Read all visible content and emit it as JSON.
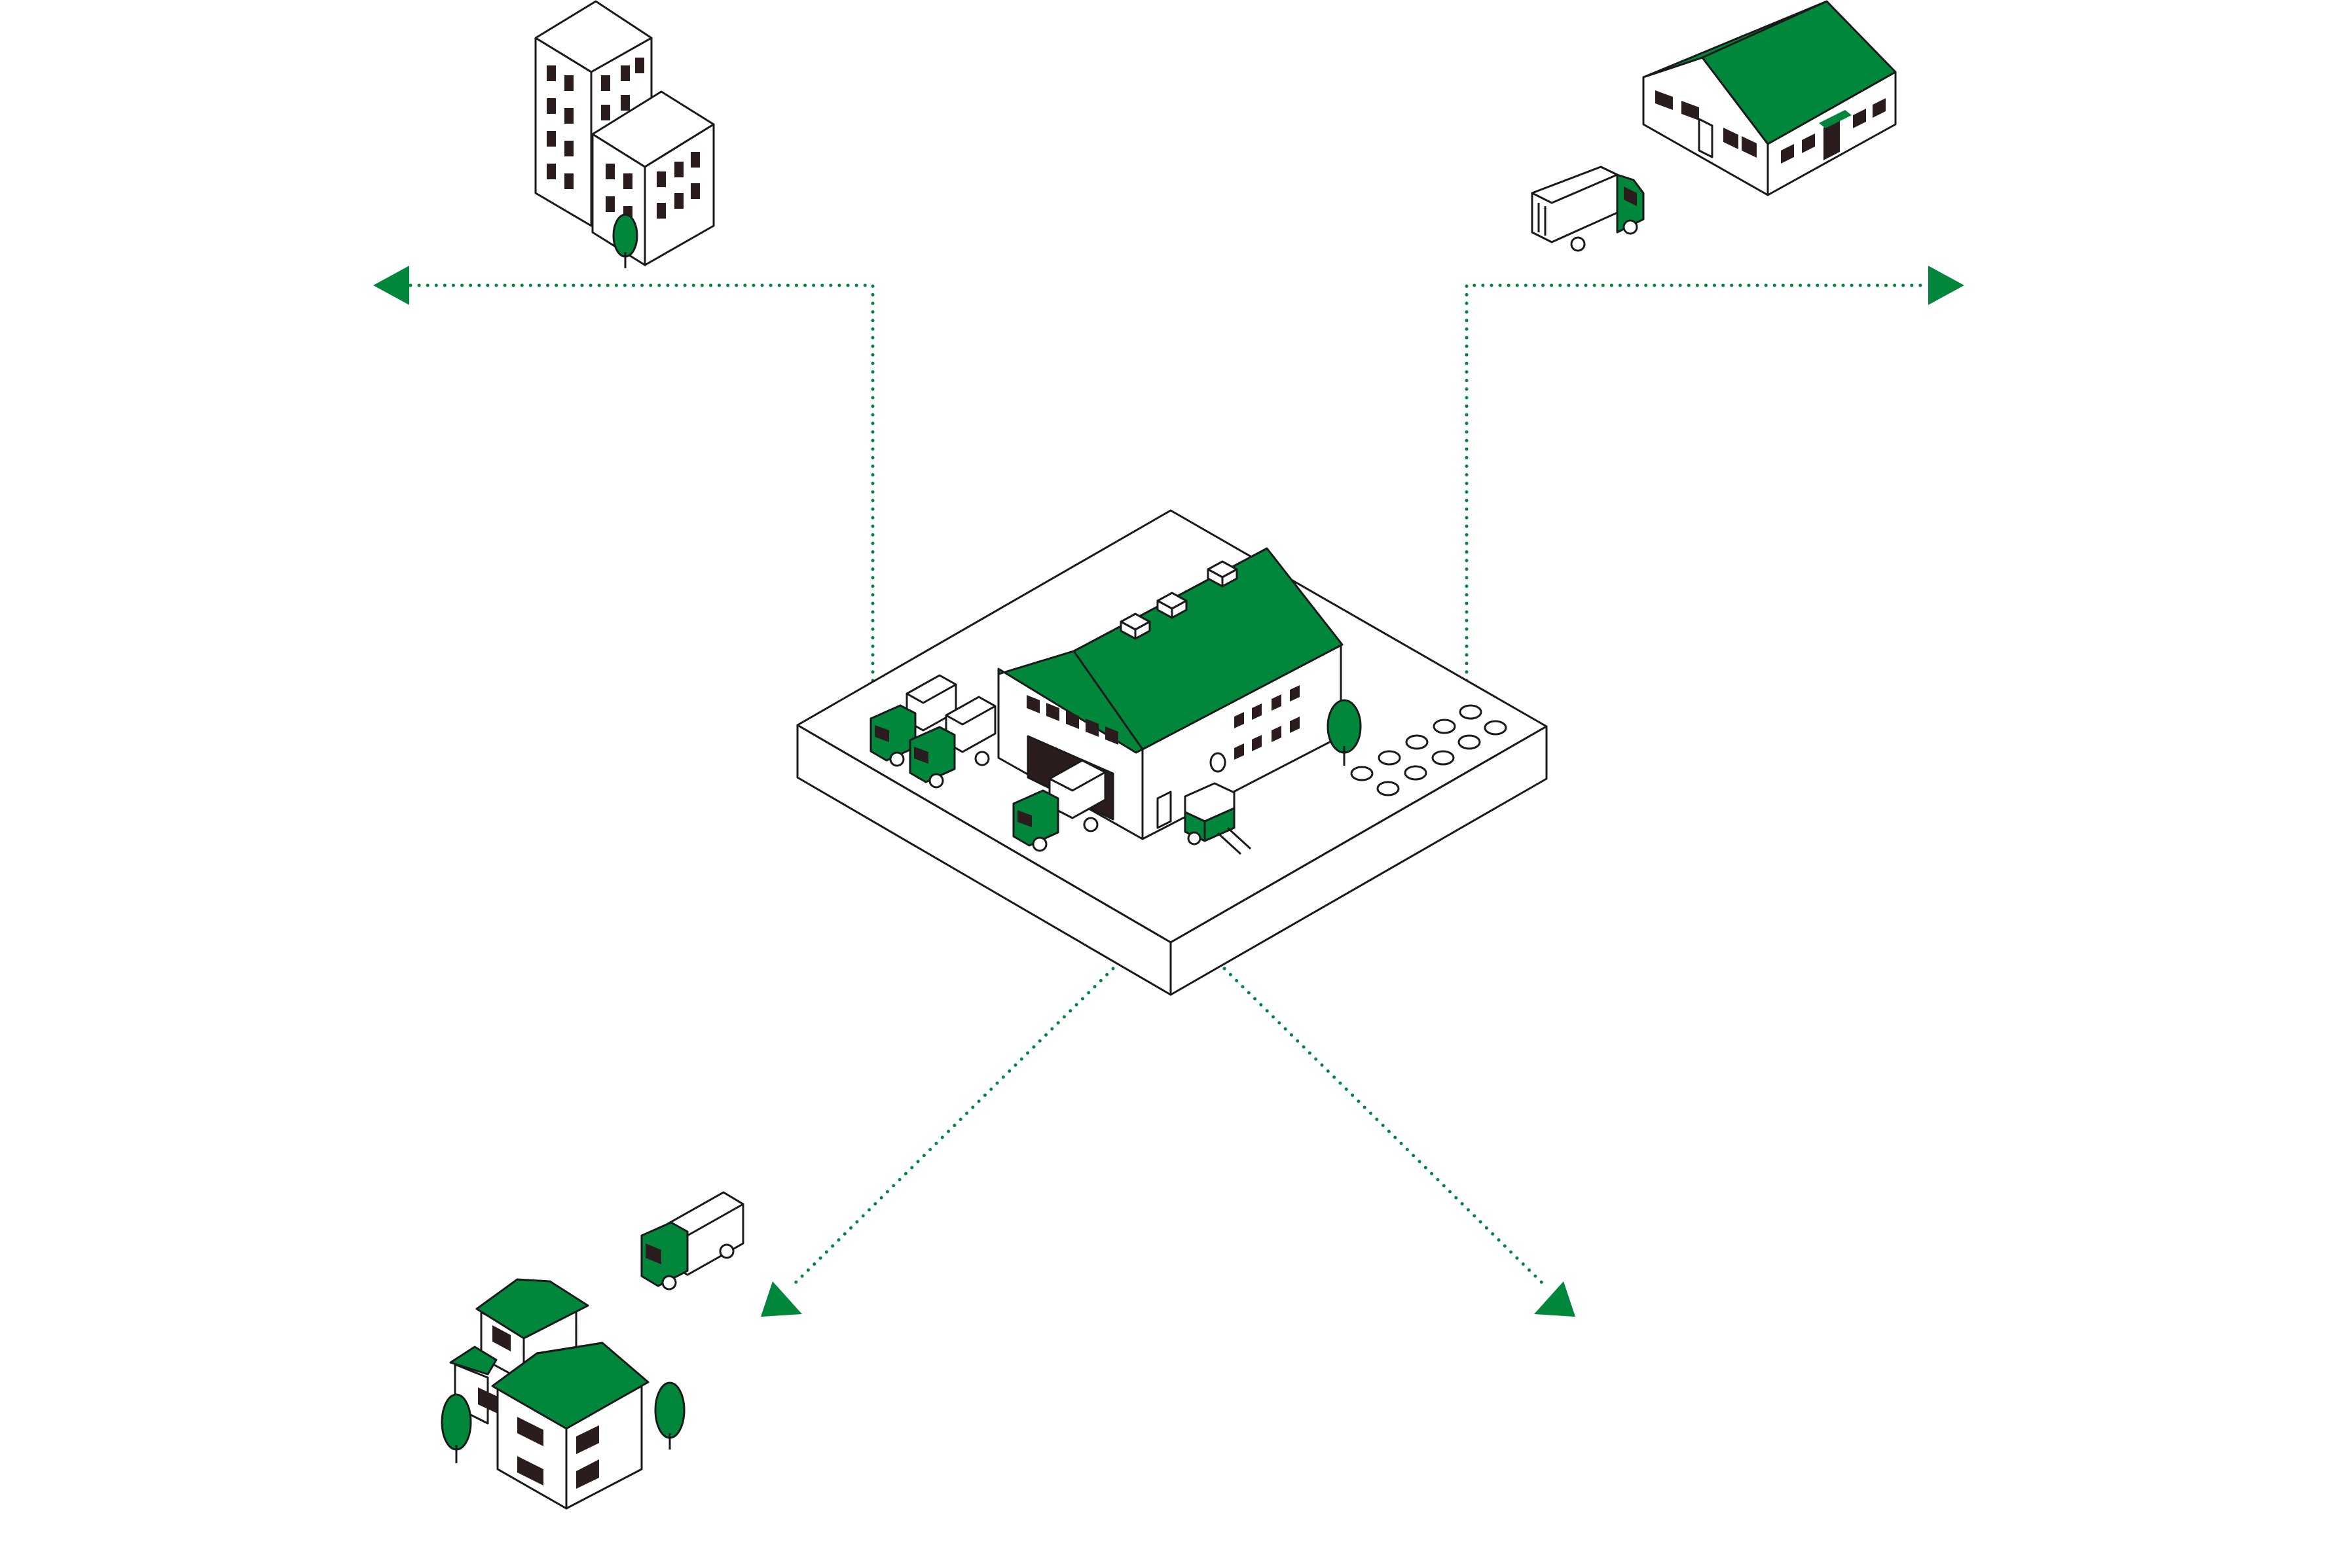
{
  "colors": {
    "accent": "#00873c",
    "line": "#1a1a1a",
    "window": "#2b1d1d",
    "background": "#ffffff"
  },
  "hub": {
    "name": "distribution-warehouse"
  },
  "destinations": [
    {
      "name": "office-buildings",
      "direction": "upper-left"
    },
    {
      "name": "factory-warehouse",
      "direction": "upper-right"
    },
    {
      "name": "residential-houses",
      "direction": "lower-left"
    },
    {
      "name": "unlabeled-destination",
      "direction": "lower-right"
    }
  ]
}
